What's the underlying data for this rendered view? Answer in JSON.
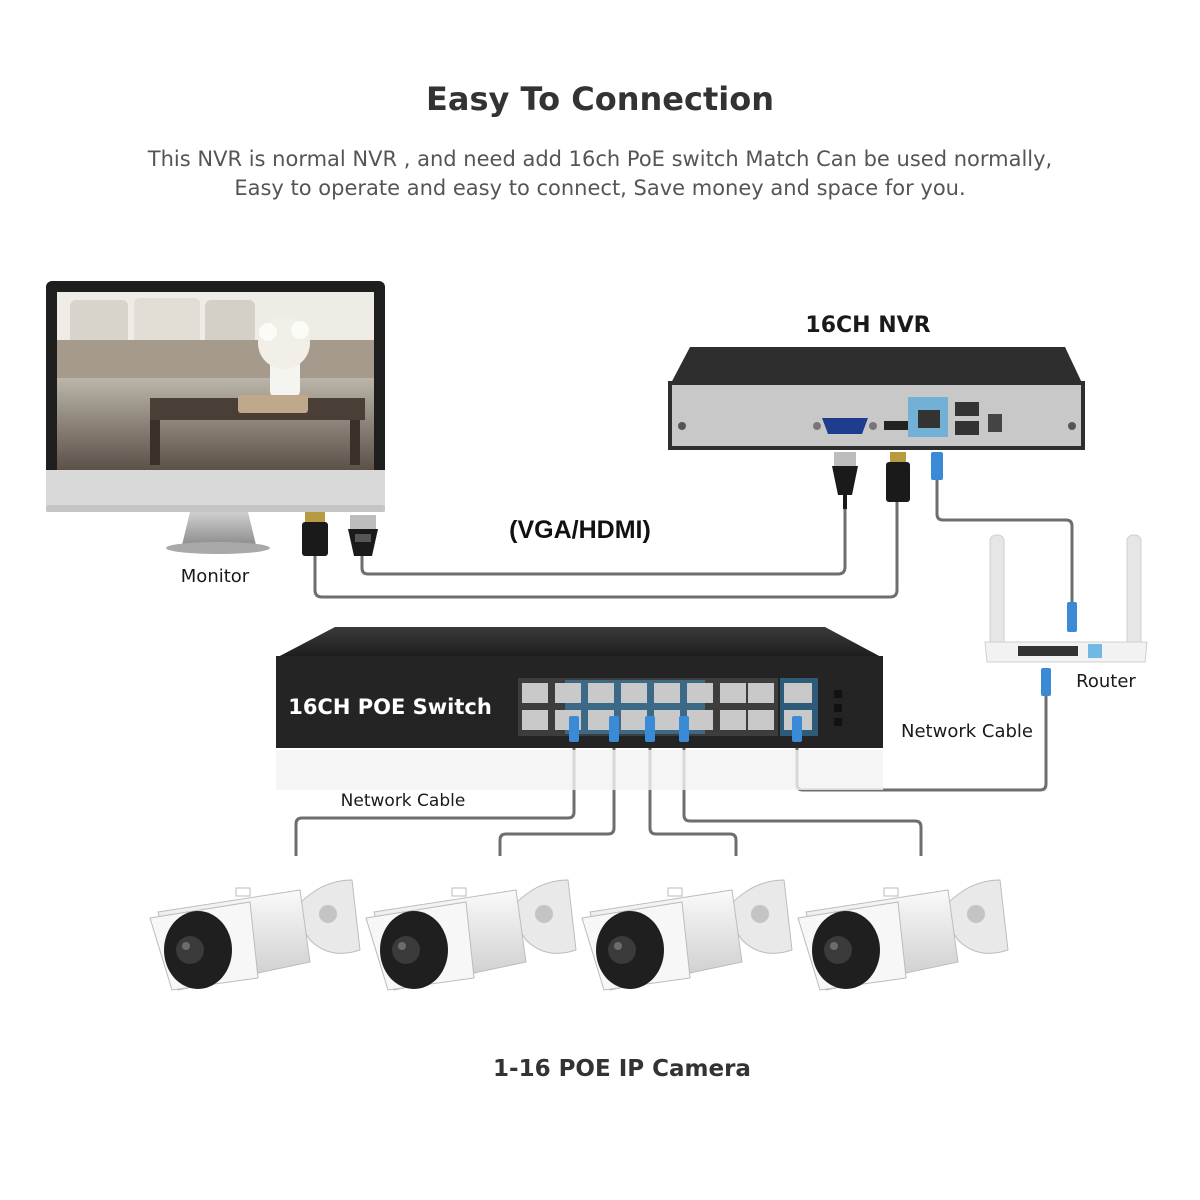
{
  "header": {
    "title": "Easy To Connection",
    "subtitle_line1": "This NVR is normal NVR , and need add 16ch PoE switch Match Can be used normally,",
    "subtitle_line2": "Easy to operate and easy to connect,   Save money and space for you."
  },
  "labels": {
    "nvr": "16CH NVR",
    "monitor": "Monitor",
    "vga_hdmi": "(VGA/HDMI)",
    "router": "Router",
    "network_cable_right": "Network Cable",
    "poe_switch": "16CH POE Switch",
    "network_cable_left": "Network Cable",
    "cameras": "1-16 POE IP Camera"
  },
  "colors": {
    "device_dark": "#2b2b2b",
    "cable": "#6e6e6e",
    "port_blue": "#3aa0e0",
    "camera_white": "#eeeeee"
  },
  "icons": [
    "monitor-icon",
    "nvr-icon",
    "router-icon",
    "poe-switch-icon",
    "bullet-camera-icon"
  ]
}
